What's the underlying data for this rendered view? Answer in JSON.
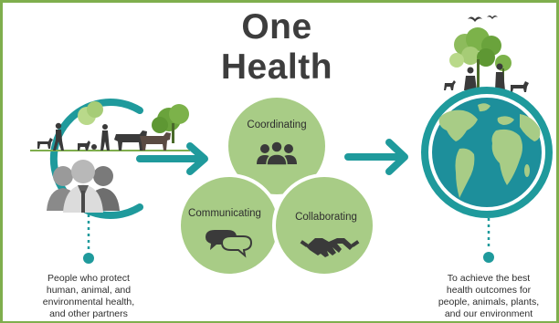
{
  "title": {
    "line1": "One",
    "line2": "Health"
  },
  "circles": {
    "coordinating": "Coordinating",
    "communicating": "Communicating",
    "collaborating": "Collaborating"
  },
  "captions": {
    "left": [
      "People who protect",
      "human, animal, and",
      "environmental health,",
      "and other partners"
    ],
    "right": [
      "To achieve the best",
      "health outcomes for",
      "people, animals, plants,",
      "and our environment"
    ]
  },
  "icons": {
    "coordinating": "group-of-people-icon",
    "communicating": "speech-bubbles-icon",
    "collaborating": "handshake-icon",
    "outcome": "globe-icon"
  },
  "colors": {
    "frame": "#7fae4d",
    "teal": "#1f9a9c",
    "circle_green": "#a8cc86",
    "title": "#3d3d3d"
  }
}
